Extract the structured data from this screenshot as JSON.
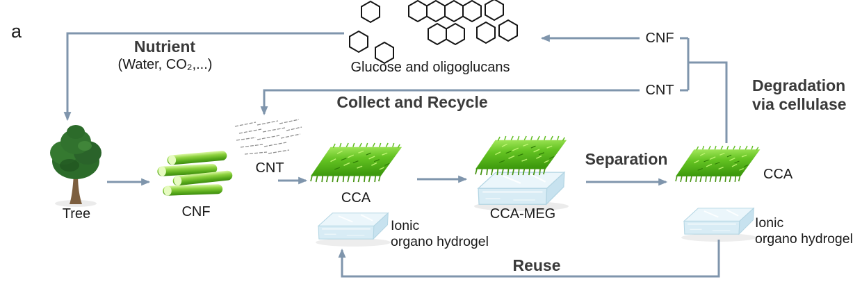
{
  "panel": {
    "label": "a"
  },
  "top": {
    "nutrient_title": "Nutrient",
    "nutrient_detail": "(Water, CO₂,...)",
    "glucose_label": "Glucose and oligoglucans",
    "cnf_return_label": "CNF",
    "cnt_return_label": "CNT",
    "collect_recycle_label": "Collect and Recycle",
    "degradation_line1": "Degradation",
    "degradation_line2": "via cellulase"
  },
  "cycle": {
    "tree_label": "Tree",
    "cnf_label": "CNF",
    "cnt_label": "CNT",
    "cca_left_label": "CCA",
    "cca_meg_label": "CCA-MEG",
    "separation_label": "Separation",
    "cca_right_label": "CCA",
    "hydrogel_left_line1": "Ionic",
    "hydrogel_left_line2": "organo hydrogel",
    "hydrogel_right_line1": "Ionic",
    "hydrogel_right_line2": "organo hydrogel",
    "reuse_label": "Reuse"
  },
  "colors": {
    "arrow": "#7f95ac",
    "bold_text": "#3a3a3a",
    "grass_green": "#5fc122",
    "hydrogel_blue": "#d8ecf5",
    "hexagon_outline": "#141414"
  }
}
